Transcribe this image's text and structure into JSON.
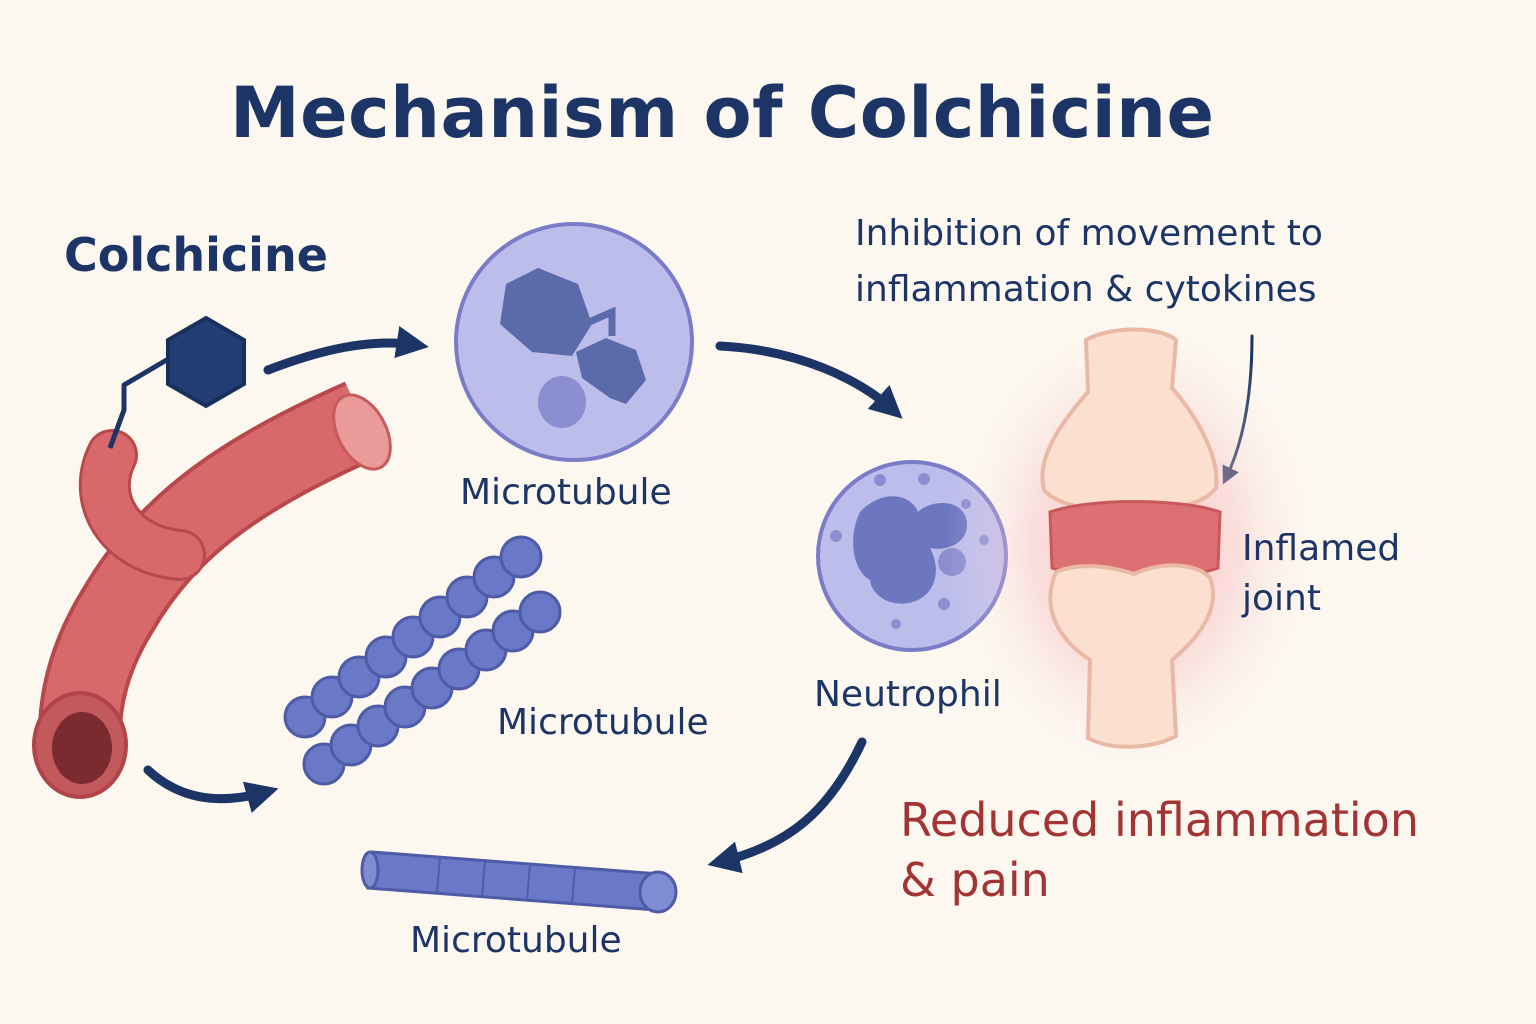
{
  "title": "Mechanism of Colchicine",
  "labels": {
    "colchicine": "Colchicine",
    "microtubule_cell": "Microtubule",
    "microtubule_stack": "Microtubule",
    "microtubule_rod": "Microtubule",
    "neutrophil": "Neutrophil",
    "inhibition_line1": "Inhibition of movement to",
    "inhibition_line2": "inflammation & cytokines",
    "inflamed_line1": "Inflamed",
    "inflamed_line2": "joint",
    "result_line1": "Reduced inflammation",
    "result_line2": "& pain"
  },
  "colors": {
    "text_navy": "#1c3566",
    "text_red": "#a33434",
    "vessel_red": "#d9686b",
    "cell_fill": "#bdbdeb",
    "molecule_blue": "#5b6aa8",
    "tubule_blue": "#6a78c8",
    "bone": "#fbe0cf",
    "background": "#fcf8f0"
  }
}
